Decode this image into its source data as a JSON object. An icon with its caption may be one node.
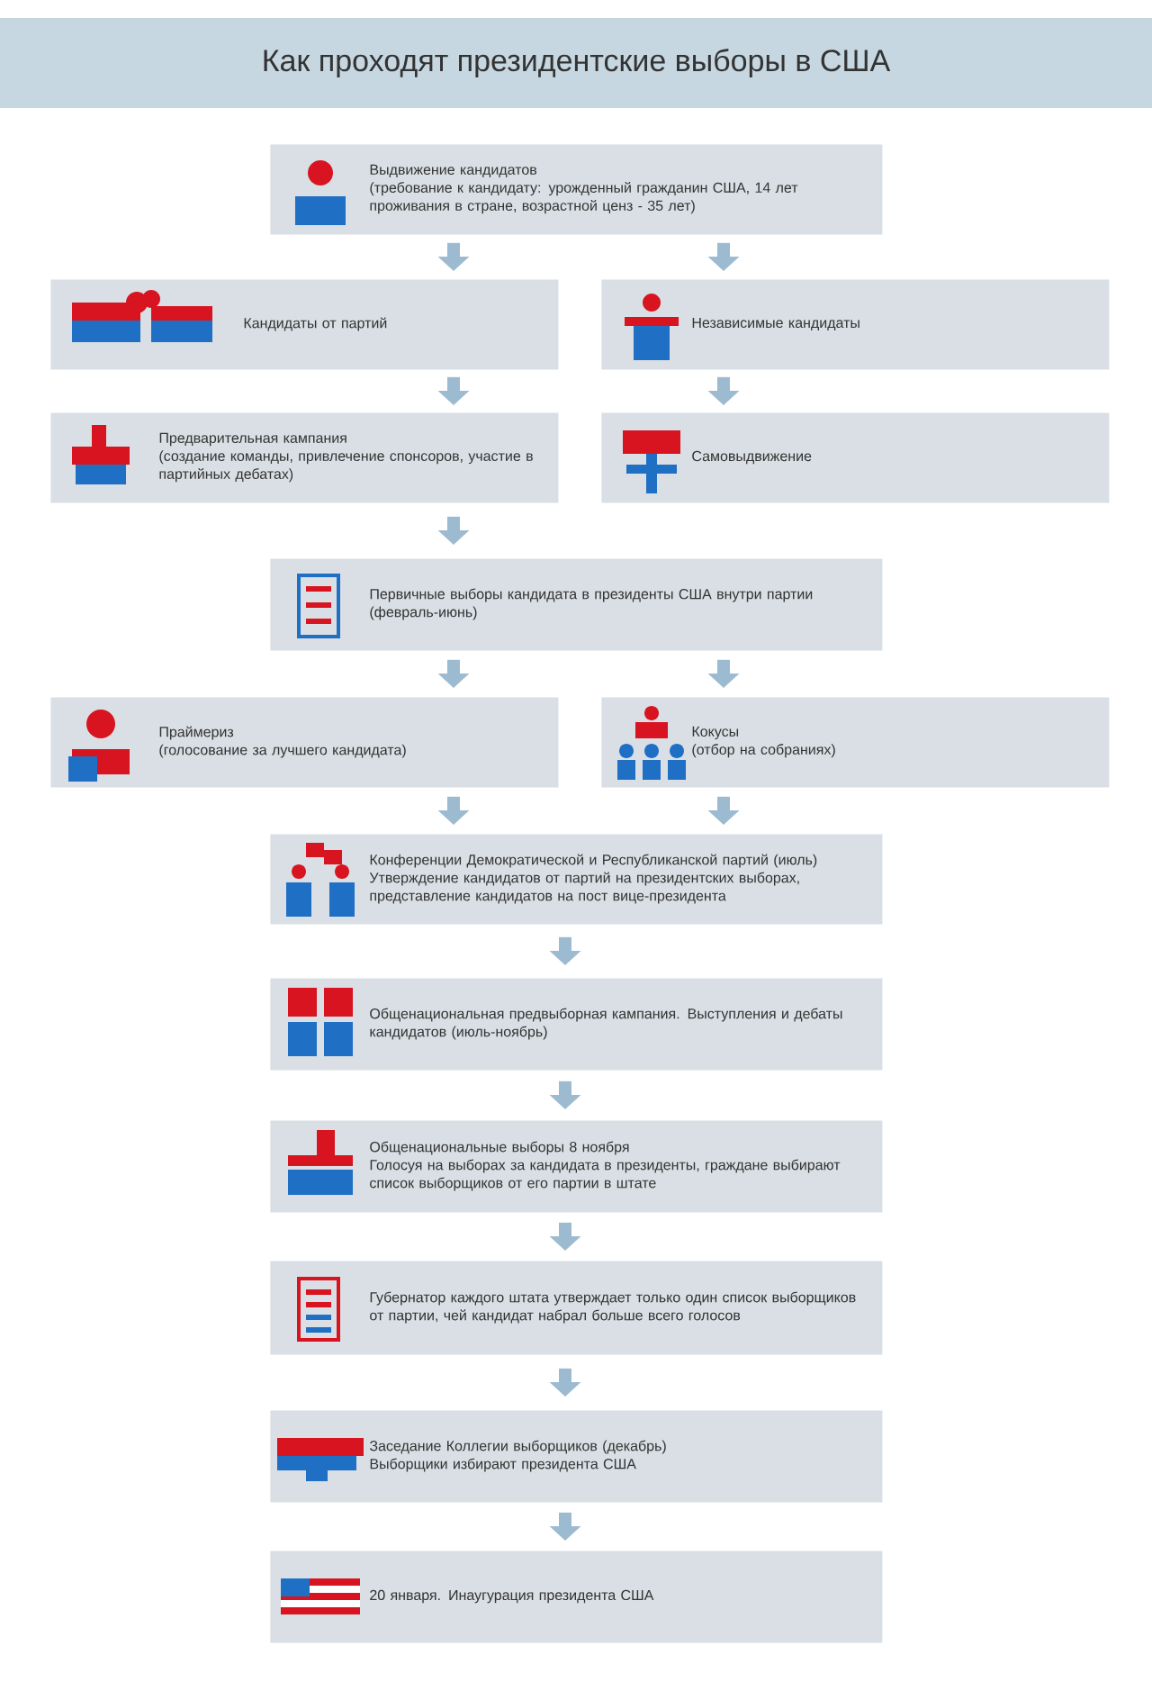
{
  "diagram": {
    "title": "Как проходят президентские выборы в США",
    "nodes": [
      {
        "text": [
          "Выдвижение кандидатов",
          "(требование к кандидату: урожденный гражданин США, 14 лет проживания в стране, возрастной ценз - 35 лет)"
        ]
      },
      {
        "text": [
          "Кандидаты от партий"
        ]
      },
      {
        "text": [
          "Независимые кандидаты"
        ]
      },
      {
        "text": [
          "Предварительная кампания",
          "(создание команды, привлечение спонсоров, участие в партийных дебатах)"
        ]
      },
      {
        "text": [
          "Самовыдвижение"
        ]
      },
      {
        "text": [
          "Первичные выборы кандидата в президенты США внутри партии",
          "(февраль-июнь)"
        ]
      },
      {
        "text": [
          "Праймериз",
          "(голосование за лучшего кандидата)"
        ]
      },
      {
        "text": [
          "Кокусы",
          "(отбор на собраниях)"
        ]
      },
      {
        "text": [
          "Конференции Демократической и Республиканской партий (июль)",
          "Утверждение кандидатов от партий на президентских выборах, представление кандидатов на пост вице-президента"
        ]
      },
      {
        "text": [
          "Общенациональная предвыборная кампания. Выступления и дебаты кандидатов (июль-ноябрь)"
        ]
      },
      {
        "text": [
          "Общенациональные выборы 8 ноября",
          "Голосуя на выборах за кандидата в президенты, граждане выбирают список выборщиков от его партии в штате"
        ]
      },
      {
        "text": [
          "Губернатор каждого штата утверждает только один список выборщиков от партии, чей кандидат набрал больше всего голосов"
        ]
      },
      {
        "text": [
          "Заседание Коллегии выборщиков (декабрь)",
          "Выборщики избирают президента США"
        ]
      },
      {
        "text": [
          "20 января. Инаугурация президента США"
        ]
      }
    ],
    "edges": [
      {
        "from": 0,
        "to": 1,
        "arrow": "to"
      },
      {
        "from": 0,
        "to": 2,
        "arrow": "to"
      },
      {
        "from": 1,
        "to": 3,
        "arrow": "to"
      },
      {
        "from": 2,
        "to": 4,
        "arrow": "to"
      },
      {
        "from": 3,
        "to": 5,
        "arrow": "to"
      },
      {
        "from": 5,
        "to": 6,
        "arrow": "to"
      },
      {
        "from": 5,
        "to": 7,
        "arrow": "to"
      },
      {
        "from": 6,
        "to": 8,
        "arrow": "to"
      },
      {
        "from": 7,
        "to": 8,
        "arrow": "to"
      },
      {
        "from": 8,
        "to": 9,
        "arrow": "to"
      },
      {
        "from": 9,
        "to": 10,
        "arrow": "to"
      },
      {
        "from": 10,
        "to": 11,
        "arrow": "to"
      },
      {
        "from": 11,
        "to": 12,
        "arrow": "to"
      },
      {
        "from": 12,
        "to": 13,
        "arrow": "to"
      }
    ]
  }
}
